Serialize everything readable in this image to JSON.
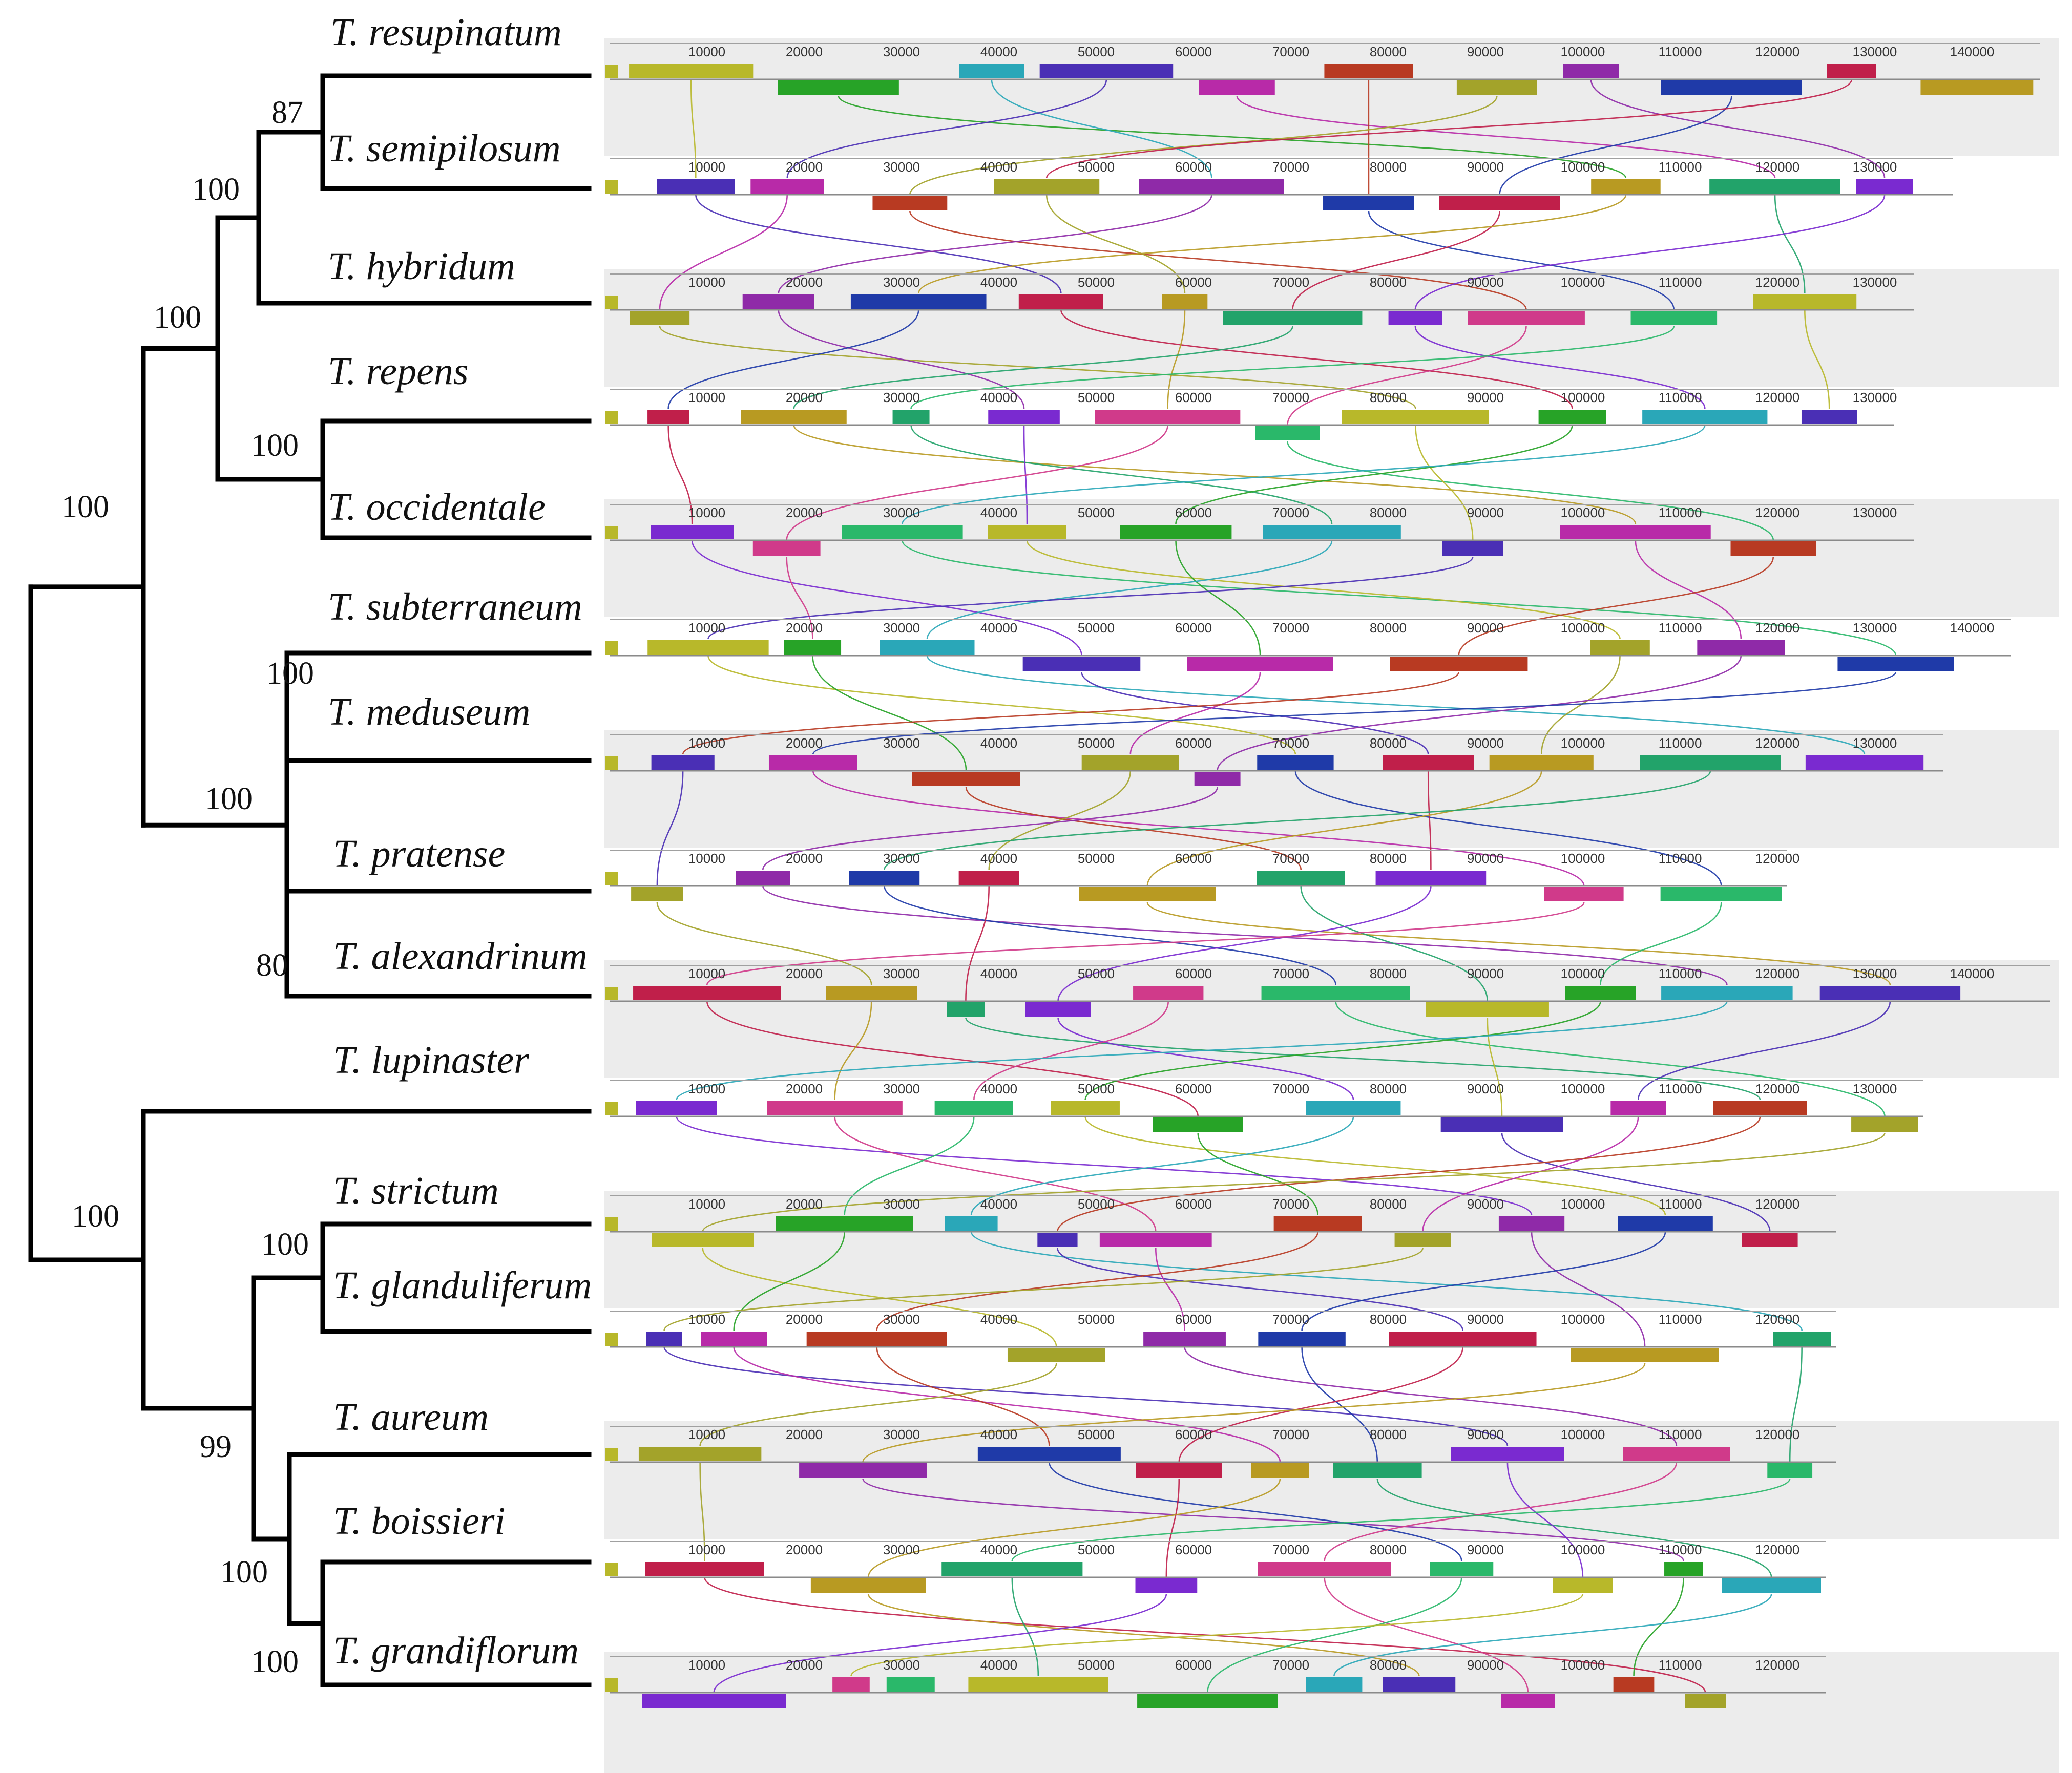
{
  "taxa": [
    {
      "name": "T. resupinatum",
      "length": 147000
    },
    {
      "name": "T. semipilosum",
      "length": 138000
    },
    {
      "name": "T. hybridum",
      "length": 134000
    },
    {
      "name": "T. repens",
      "length": 132000
    },
    {
      "name": "T. occidentale",
      "length": 134000
    },
    {
      "name": "T. subterraneum",
      "length": 144000
    },
    {
      "name": "T. meduseum",
      "length": 137000
    },
    {
      "name": "T. pratense",
      "length": 121000
    },
    {
      "name": "T. alexandrinum",
      "length": 148000
    },
    {
      "name": "T. lupinaster",
      "length": 135000
    },
    {
      "name": "T. strictum",
      "length": 126000
    },
    {
      "name": "T. glanduliferum",
      "length": 126000
    },
    {
      "name": "T. aureum",
      "length": 126000
    },
    {
      "name": "T. boissieri",
      "length": 125000
    },
    {
      "name": "T. grandiflorum",
      "length": 125000
    }
  ],
  "support_values": [
    {
      "node": "resupinatum+semipilosum",
      "value": "87"
    },
    {
      "node": "resupinatum+semipilosum+hybridum",
      "value": "100"
    },
    {
      "node": "hybridum-group+repens-group",
      "value": "100"
    },
    {
      "node": "repens+occidentale",
      "value": "100"
    },
    {
      "node": "clade-A+clade-B",
      "value": "100"
    },
    {
      "node": "subterraneum+meduseum",
      "value": "100"
    },
    {
      "node": "subterraneum-group+pratense-group",
      "value": "100"
    },
    {
      "node": "pratense+alexandrinum",
      "value": "80"
    },
    {
      "node": "lupinaster+others",
      "value": "100"
    },
    {
      "node": "strictum+glanduliferum",
      "value": "100"
    },
    {
      "node": "strictum-group+aureum-group",
      "value": "99"
    },
    {
      "node": "aureum+boissieri-group",
      "value": "100"
    },
    {
      "node": "boissieri+grandiflorum",
      "value": "100"
    }
  ],
  "lcb_colors": [
    "#b8b82a",
    "#27a327",
    "#2aa7b8",
    "#4a2fb5",
    "#b82aa8",
    "#b83a22",
    "#a3a32a",
    "#8f2aa8",
    "#1f3aa8",
    "#c01f4a",
    "#b89a22",
    "#22a36a",
    "#7a2ad0",
    "#d03a8a",
    "#2ab86a"
  ],
  "tick_interval": 10000,
  "max_axis": 150000
}
